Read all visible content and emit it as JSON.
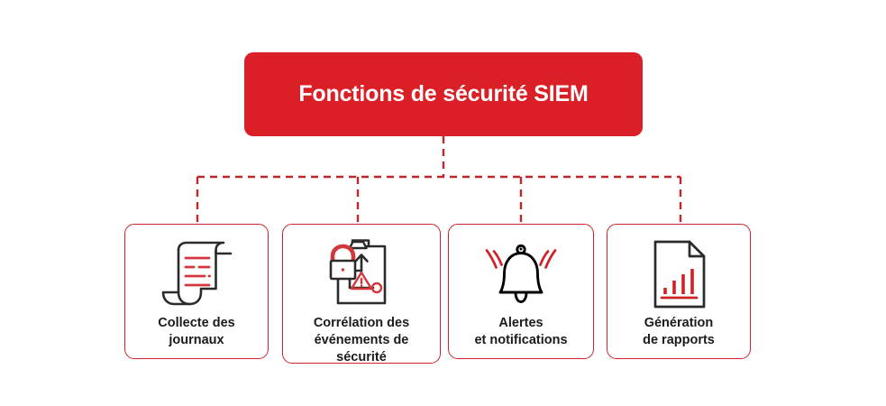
{
  "diagram": {
    "title": "Fonctions de sécurité SIEM",
    "title_color": "#da1f26",
    "card_border_color": "#cf2228",
    "connector_color": "#c0272d",
    "icon_dark_color": "#2b2b2b",
    "icon_accent_color": "#d2373c",
    "label_color": "#1b1b1b",
    "background_color": "#ffffff",
    "connector_style": "dashed",
    "layout": "top-down tree: one root box with four leaf cards"
  },
  "cards": [
    {
      "id": "collecte-des-journaux",
      "label": "Collecte des\njournaux",
      "icon": "scroll-document-icon"
    },
    {
      "id": "correlation-des-evenements-de-securite",
      "label": "Corrélation des\névénements de\nsécurité",
      "icon": "lock-clipboard-alert-icon"
    },
    {
      "id": "alertes-et-notifications",
      "label": "Alertes\net notifications",
      "icon": "ringing-bell-icon"
    },
    {
      "id": "generation-de-rapports",
      "label": "Génération\nde rapports",
      "icon": "report-chart-document-icon"
    }
  ]
}
